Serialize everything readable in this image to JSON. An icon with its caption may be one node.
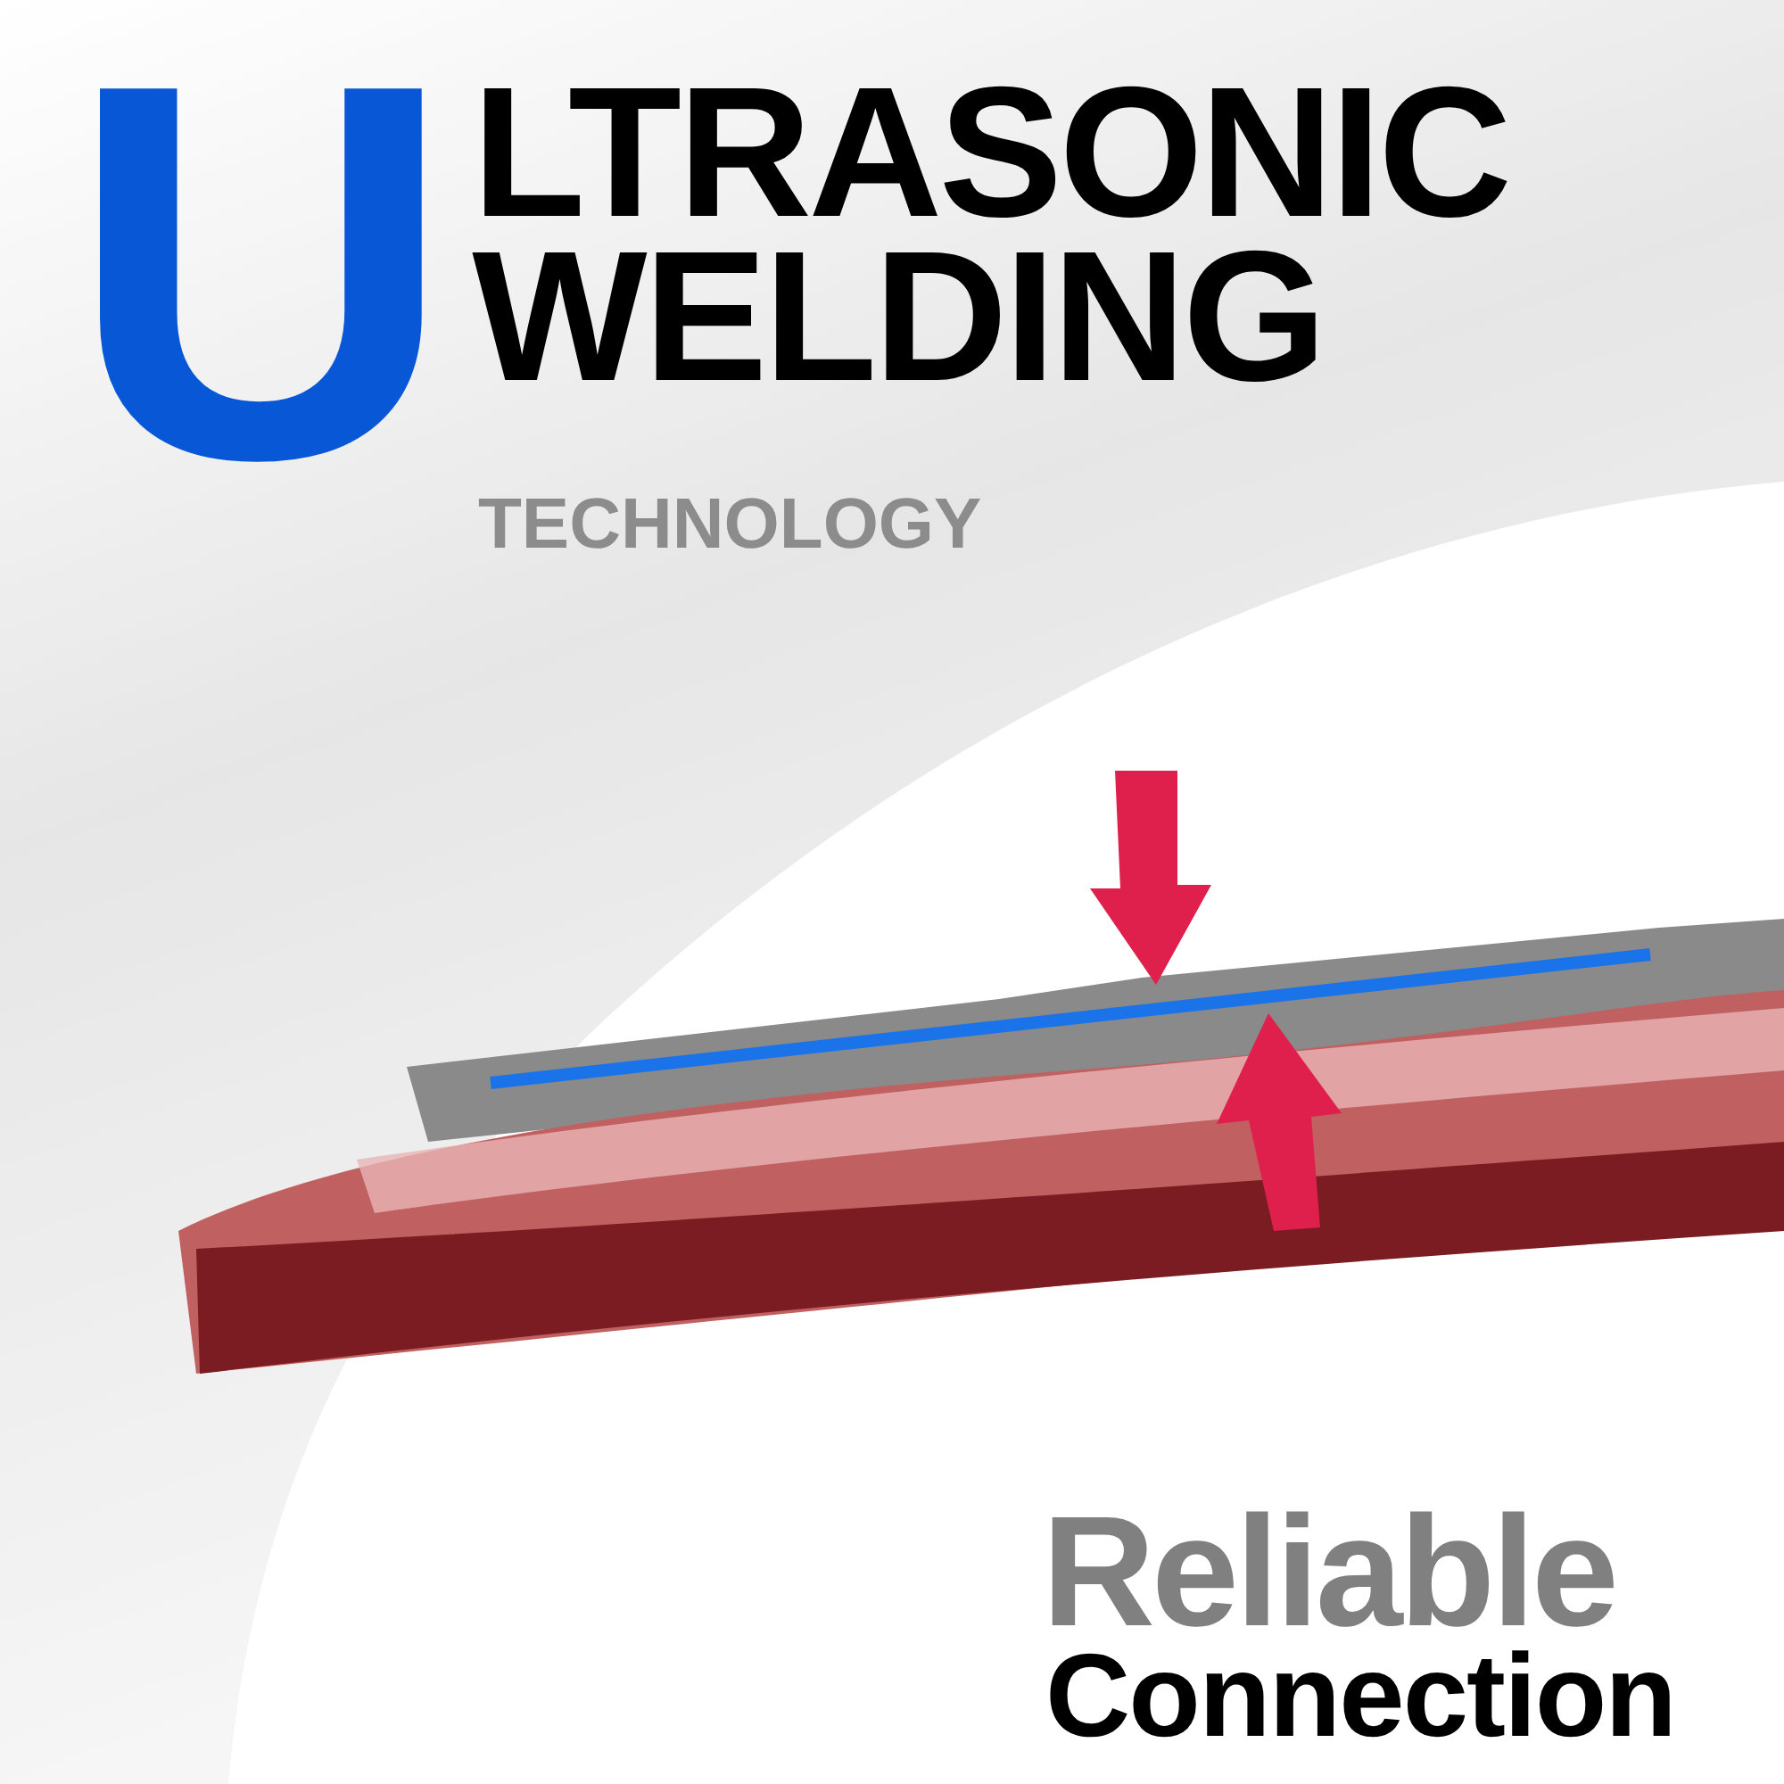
{
  "diagram": {
    "title": "ULTRASONIC WELDING",
    "labels": [
      "TECHNOLOGY",
      "Reliable",
      "Connection"
    ]
  }
}
